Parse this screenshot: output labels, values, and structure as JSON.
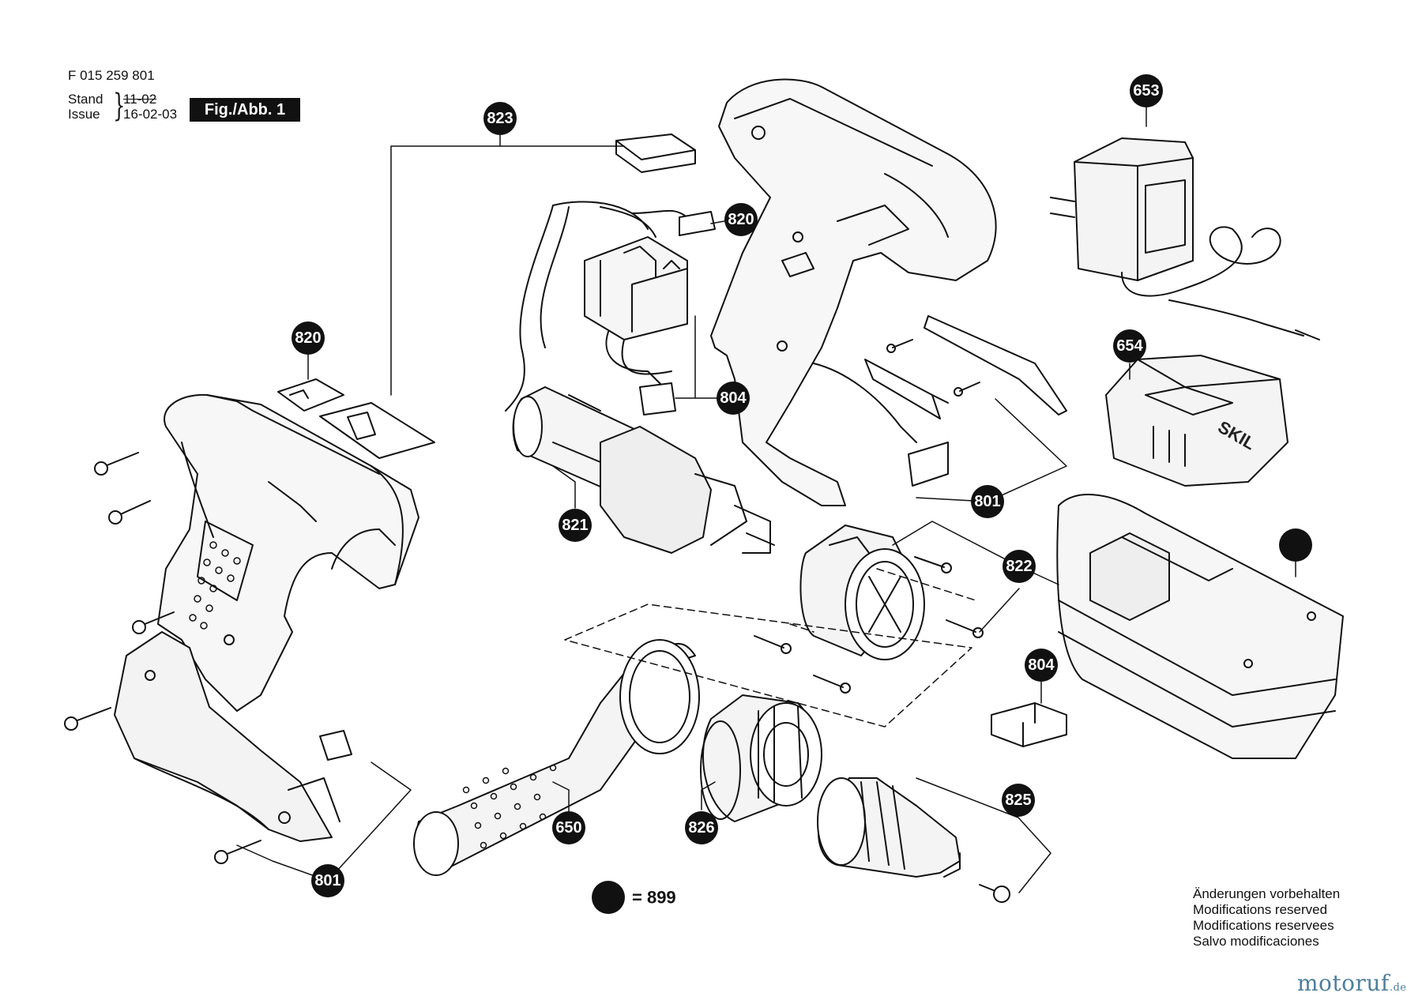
{
  "header": {
    "doc_number": "F 015 259 801",
    "stand_label": "Stand",
    "issue_label": "Issue",
    "stand_date_old": "11-02",
    "issue_date": "16-02-03",
    "figure_label": "Fig./Abb. 1"
  },
  "parts": {
    "p823": "823",
    "p820a": "820",
    "p820b": "820",
    "p804a": "804",
    "p804b": "804",
    "p821": "821",
    "p801a": "801",
    "p801b": "801",
    "p822": "822",
    "p653": "653",
    "p654": "654",
    "p650": "650",
    "p826": "826",
    "p825": "825"
  },
  "legend": {
    "equals_text": "= 899"
  },
  "battery_logo": "SKIL",
  "notes": [
    "Änderungen vorbehalten",
    "Modifications reserved",
    "Modifications reservees",
    "Salvo modificaciones"
  ],
  "watermark": {
    "name": "motoruf",
    "tld": ".de"
  },
  "colors": {
    "line": "#111111",
    "badge": "#111111",
    "watermark": "#4d7f9e"
  }
}
